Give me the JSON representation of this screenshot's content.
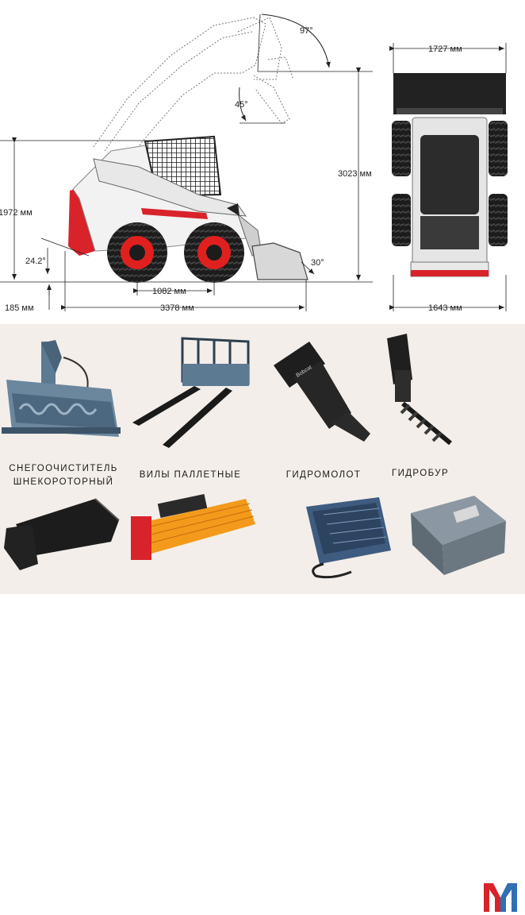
{
  "diagram": {
    "dimensions": {
      "bucket_width": "1727 мм",
      "max_height": "3023 мм",
      "machine_height": "1972 мм",
      "dump_angle": "97°",
      "rollback_angle": "45°",
      "approach_angle": "24.2°",
      "bucket_angle": "30°",
      "ground_clearance": "185 мм",
      "wheelbase": "1082 мм",
      "overall_length": "3378 мм",
      "track_width": "1643 мм"
    }
  },
  "attachments": [
    {
      "label_lines": [
        "Снегоочиститель",
        "шнекороторный"
      ]
    },
    {
      "label_lines": [
        "Вилы паллетные"
      ]
    },
    {
      "label_lines": [
        "Гидромолот"
      ]
    },
    {
      "label_lines": [
        "Гидробур"
      ]
    }
  ],
  "brand": {
    "logo_letter": "M",
    "colors": {
      "red": "#d8232a",
      "blue": "#2f6fb4"
    }
  },
  "colors": {
    "machine_white": "#f4f4f4",
    "tire": "#1c1c1c",
    "rim_red": "#e0201f",
    "steel": "#5d7a93",
    "brush_orange": "#f39a1b"
  }
}
